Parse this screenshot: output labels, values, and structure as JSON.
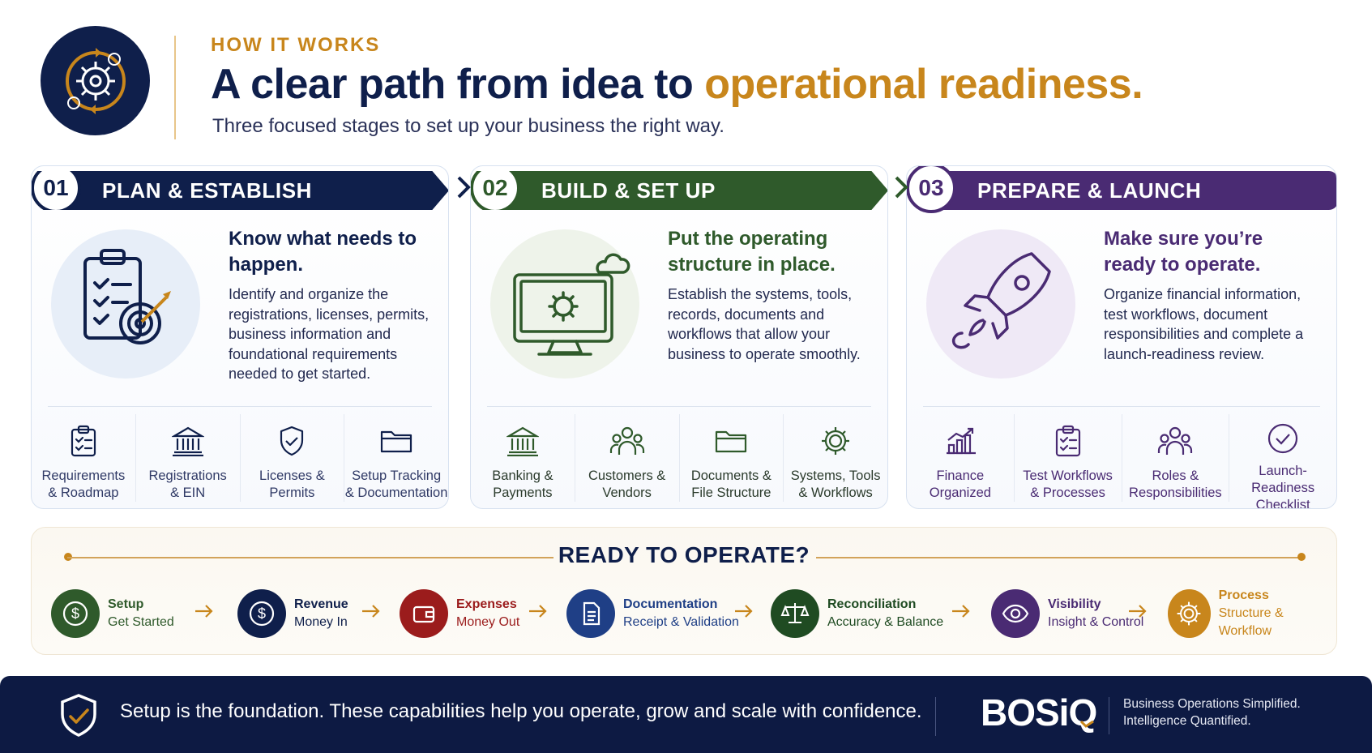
{
  "header": {
    "eyebrow": "HOW IT WORKS",
    "headline_main": "A clear path from idea to ",
    "headline_accent": "operational readiness.",
    "subhead": "Three focused stages to set up your business the right way."
  },
  "stages": [
    {
      "number": "01",
      "title": "PLAN & ESTABLISH",
      "heading": "Know what needs to happen.",
      "description": "Identify and organize the registrations, licenses, permits, business information and foundational requirements needed to get started.",
      "items": [
        {
          "label": "Requirements\n& Roadmap",
          "icon": "clipboard-checklist-icon"
        },
        {
          "label": "Registrations\n& EIN",
          "icon": "bank-icon"
        },
        {
          "label": "Licenses &\nPermits",
          "icon": "shield-check-icon"
        },
        {
          "label": "Setup Tracking\n& Documentation",
          "icon": "folder-icon"
        }
      ]
    },
    {
      "number": "02",
      "title": "BUILD & SET UP",
      "heading": "Put the operating structure in place.",
      "description": "Establish the systems, tools, records, documents and workflows that allow your business to operate smoothly.",
      "items": [
        {
          "label": "Banking &\nPayments",
          "icon": "bank-icon"
        },
        {
          "label": "Customers &\nVendors",
          "icon": "people-icon"
        },
        {
          "label": "Documents &\nFile Structure",
          "icon": "folder-icon"
        },
        {
          "label": "Systems, Tools\n& Workflows",
          "icon": "gear-icon"
        }
      ]
    },
    {
      "number": "03",
      "title": "PREPARE & LAUNCH",
      "heading": "Make sure you’re ready to operate.",
      "description": "Organize financial information, test workflows, document responsibilities and complete a launch-readiness review.",
      "items": [
        {
          "label": "Finance\nOrganized",
          "icon": "bar-chart-icon"
        },
        {
          "label": "Test Workflows\n& Processes",
          "icon": "clipboard-checklist-icon"
        },
        {
          "label": "Roles &\nResponsibilities",
          "icon": "people-icon"
        },
        {
          "label": "Launch-Readiness\nChecklist",
          "icon": "check-circle-icon"
        }
      ]
    }
  ],
  "ready": {
    "title": "READY TO OPERATE?",
    "steps": [
      {
        "t1": "Setup",
        "t2": "Get Started",
        "color": "#2f5a2b",
        "text_color": "#2f5a2b",
        "icon": "dollar-icon"
      },
      {
        "t1": "Revenue",
        "t2": "Money In",
        "color": "#0f1f4b",
        "text_color": "#0f1f4b",
        "icon": "dollar-icon"
      },
      {
        "t1": "Expenses",
        "t2": "Money Out",
        "color": "#9b1c1c",
        "text_color": "#9b1c1c",
        "icon": "wallet-icon"
      },
      {
        "t1": "Documentation",
        "t2": "Receipt & Validation",
        "color": "#1f3f86",
        "text_color": "#1f3f86",
        "icon": "document-icon"
      },
      {
        "t1": "Reconciliation",
        "t2": "Accuracy & Balance",
        "color": "#1f4b22",
        "text_color": "#1f4b22",
        "icon": "scales-icon"
      },
      {
        "t1": "Visibility",
        "t2": "Insight & Control",
        "color": "#4a2b73",
        "text_color": "#4a2b73",
        "icon": "eye-icon"
      },
      {
        "t1": "Process",
        "t2": "Structure & Workflow",
        "color": "#c8861c",
        "text_color": "#c8861c",
        "icon": "gear-icon"
      }
    ]
  },
  "footer": {
    "tagline": "Setup is the foundation. These capabilities help you operate, grow and scale with confidence.",
    "brand": "BOSiQ",
    "slogan_line1": "Business Operations Simplified.",
    "slogan_line2": "Intelligence Quantified."
  }
}
